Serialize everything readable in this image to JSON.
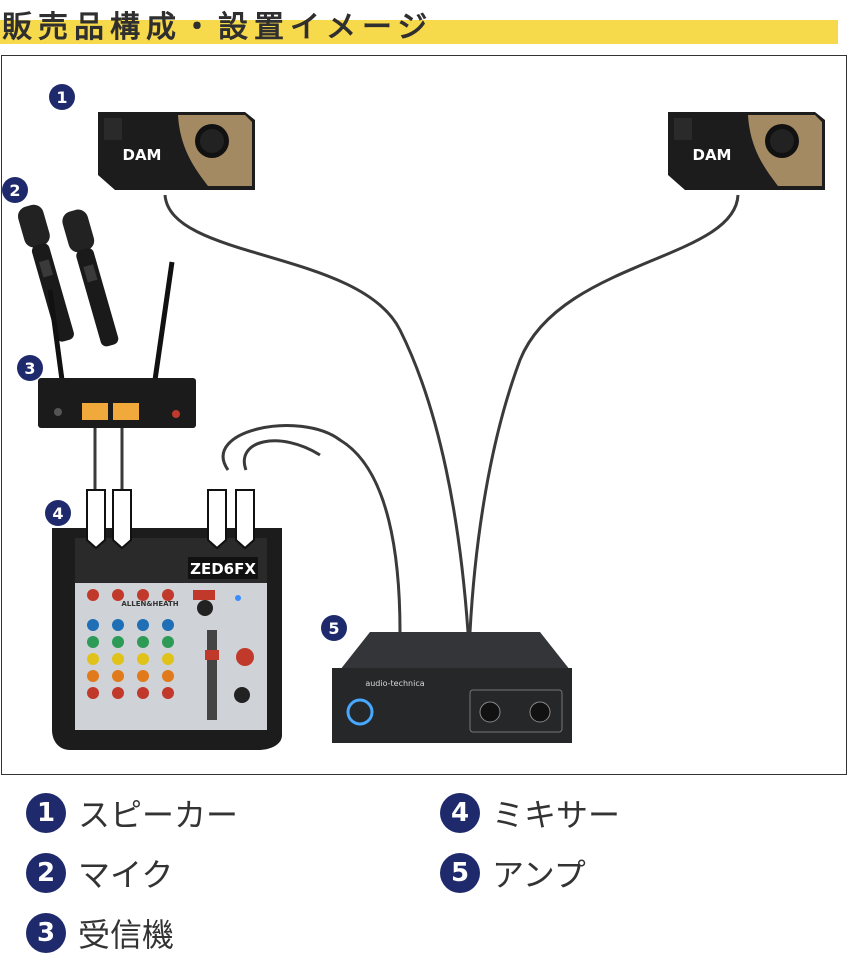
{
  "title": "販売品構成・設置イメージ",
  "brand_speaker": "DAM",
  "mixer_model": "ZED6FX",
  "mixer_brand": "ALLEN&HEATH",
  "amp_brand": "audio-technica",
  "colors": {
    "title_bar": "#f7d94c",
    "badge": "#1f2a6d"
  },
  "callouts": {
    "c1": "1",
    "c2": "2",
    "c3": "3",
    "c4": "4",
    "c5": "5"
  },
  "legend": [
    {
      "num": "1",
      "label": "スピーカー"
    },
    {
      "num": "2",
      "label": "マイク"
    },
    {
      "num": "3",
      "label": "受信機"
    },
    {
      "num": "4",
      "label": "ミキサー"
    },
    {
      "num": "5",
      "label": "アンプ"
    }
  ]
}
